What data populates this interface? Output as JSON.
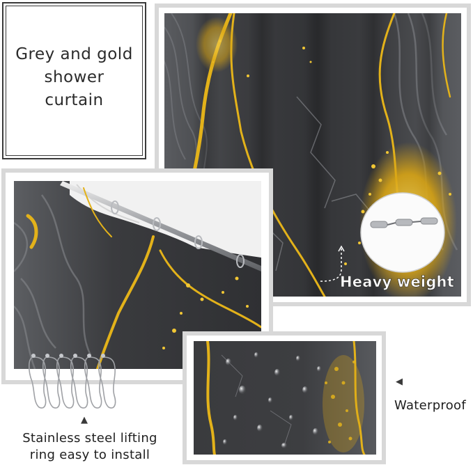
{
  "title": "Grey and gold shower curtain",
  "title_lines": [
    "Grey and gold",
    "shower",
    "curtain"
  ],
  "callouts": {
    "heavy_weight": "Heavy weight",
    "waterproof": "Waterproof",
    "rings_line1": "Stainless steel lifting",
    "rings_line2": "ring easy to install"
  },
  "icons": {
    "arrow_left": "triangle-left-icon",
    "arrow_up": "triangle-up-icon"
  },
  "colors": {
    "marble_dark": "#3a3b3d",
    "marble_mid": "#55575a",
    "gold": "#e3b21a",
    "gold_light": "#f6d45a",
    "frame_grey": "#d6d6d6"
  }
}
